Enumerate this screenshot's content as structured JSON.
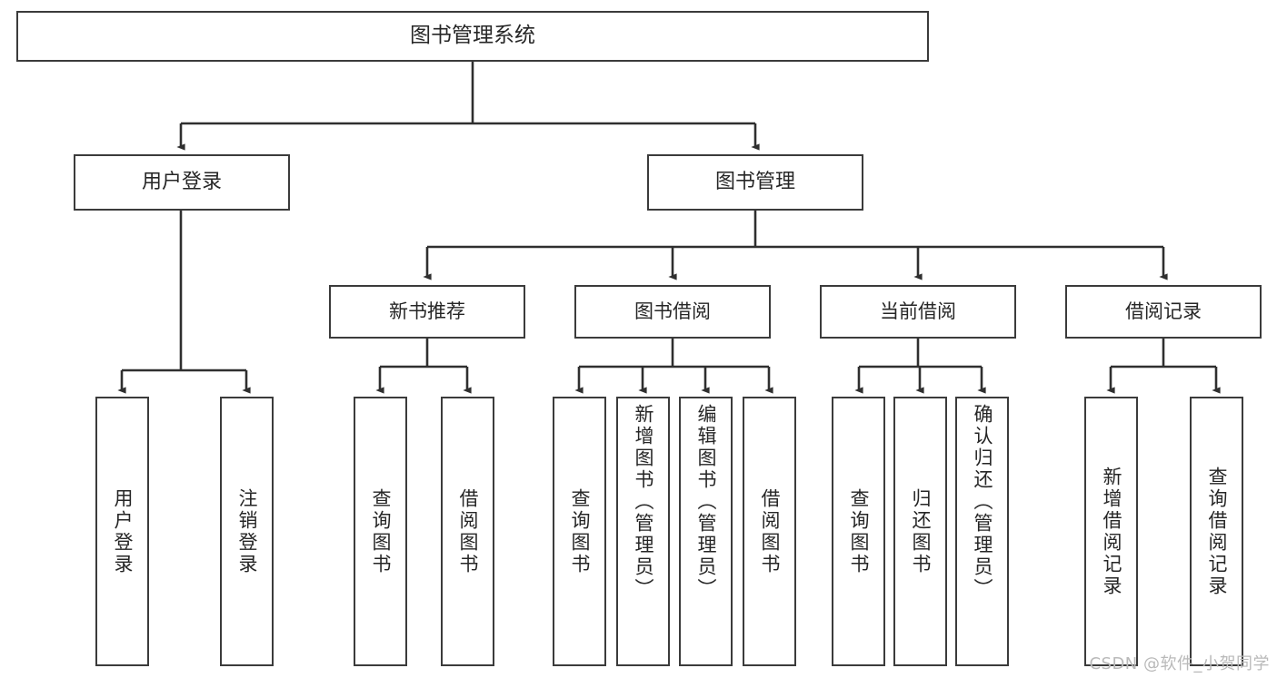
{
  "diagram": {
    "title": "图书管理系统",
    "type": "tree-hierarchy",
    "orientation": "top-down",
    "colors": {
      "box_border": "#3b3b3b",
      "box_fill": "#ffffff",
      "connector": "#2f2f2f",
      "text": "#262626",
      "watermark": "#b9b9b9",
      "canvas": "#ffffff"
    }
  },
  "root": {
    "label": "图书管理系统"
  },
  "level2": [
    {
      "id": "user-login",
      "label": "用户登录"
    },
    {
      "id": "book-management",
      "label": "图书管理"
    }
  ],
  "level3": [
    {
      "id": "new-book-recommend",
      "label": "新书推荐"
    },
    {
      "id": "book-borrow",
      "label": "图书借阅"
    },
    {
      "id": "current-borrow",
      "label": "当前借阅"
    },
    {
      "id": "borrow-record",
      "label": "借阅记录"
    }
  ],
  "leaves": {
    "user_login": [
      {
        "id": "leaf-user-login",
        "label": "用户登录"
      },
      {
        "id": "leaf-logout-login",
        "label": "注销登录"
      }
    ],
    "new_book_recommend": [
      {
        "id": "leaf-query-book-1",
        "label": "查询图书"
      },
      {
        "id": "leaf-borrow-book-1",
        "label": "借阅图书"
      }
    ],
    "book_borrow": [
      {
        "id": "leaf-query-book-2",
        "label": "查询图书"
      },
      {
        "id": "leaf-add-book",
        "label": "新增图书（管理员）"
      },
      {
        "id": "leaf-edit-book",
        "label": "编辑图书（管理员）"
      },
      {
        "id": "leaf-borrow-book-2",
        "label": "借阅图书"
      }
    ],
    "current_borrow": [
      {
        "id": "leaf-query-book-3",
        "label": "查询图书"
      },
      {
        "id": "leaf-return-book",
        "label": "归还图书"
      },
      {
        "id": "leaf-confirm-return",
        "label": "确认归还（管理员）"
      }
    ],
    "borrow_record": [
      {
        "id": "leaf-add-record",
        "label": "新增借阅记录"
      },
      {
        "id": "leaf-query-record",
        "label": "查询借阅记录"
      }
    ]
  },
  "watermark": {
    "text": "CSDN @软件_小贺同学"
  }
}
